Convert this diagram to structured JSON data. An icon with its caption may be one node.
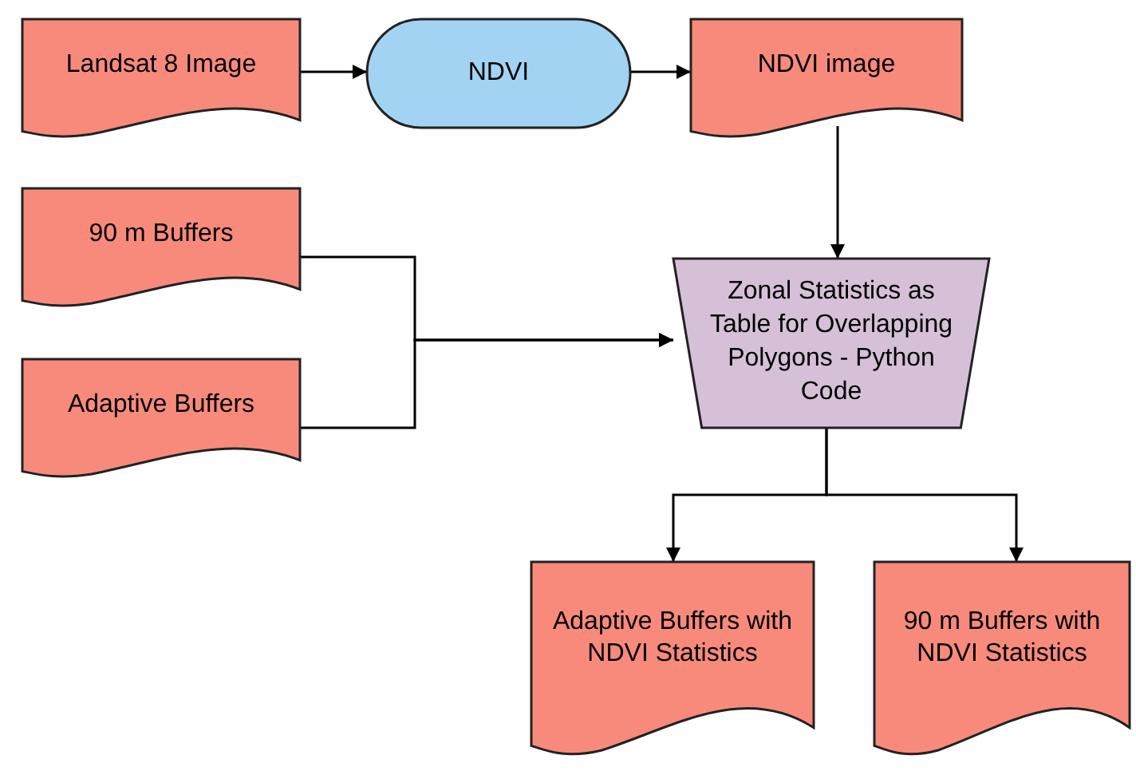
{
  "diagram": {
    "nodes": [
      {
        "text": [
          "Landsat 8 Image"
        ]
      },
      {
        "text": [
          "NDVI"
        ]
      },
      {
        "text": [
          "NDVI image"
        ]
      },
      {
        "text": [
          "90 m Buffers"
        ]
      },
      {
        "text": [
          "Adaptive Buffers"
        ]
      },
      {
        "text": [
          "Zonal Statistics as Table for Overlapping Polygons - Python Code"
        ]
      },
      {
        "text": [
          "Adaptive Buffers with NDVI Statistics"
        ]
      },
      {
        "text": [
          "90 m Buffers with NDVI Statistics"
        ]
      }
    ],
    "edges": [
      {
        "from": 0,
        "to": 1,
        "arrow": "to"
      },
      {
        "from": 1,
        "to": 2,
        "arrow": "to"
      },
      {
        "from": 2,
        "to": 5,
        "arrow": "to"
      },
      {
        "from": 3,
        "to": 5,
        "arrow": "to"
      },
      {
        "from": 4,
        "to": 5,
        "arrow": "to"
      },
      {
        "from": 5,
        "to": 6,
        "arrow": "to"
      },
      {
        "from": 5,
        "to": 7,
        "arrow": "to"
      }
    ]
  }
}
